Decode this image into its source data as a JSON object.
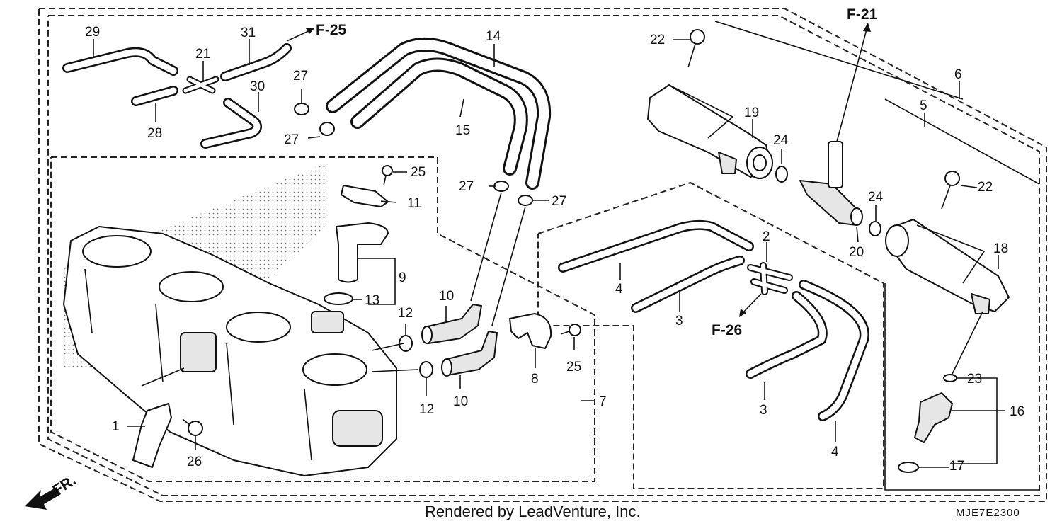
{
  "labels": [
    {
      "text": "1"
    },
    {
      "text": "2"
    },
    {
      "text": "3"
    },
    {
      "text": "3"
    },
    {
      "text": "4"
    },
    {
      "text": "4"
    },
    {
      "text": "5"
    },
    {
      "text": "6"
    },
    {
      "text": "7"
    },
    {
      "text": "8"
    },
    {
      "text": "9"
    },
    {
      "text": "10"
    },
    {
      "text": "10"
    },
    {
      "text": "11"
    },
    {
      "text": "12"
    },
    {
      "text": "12"
    },
    {
      "text": "13"
    },
    {
      "text": "14"
    },
    {
      "text": "15"
    },
    {
      "text": "16"
    },
    {
      "text": "17"
    },
    {
      "text": "18"
    },
    {
      "text": "19"
    },
    {
      "text": "20"
    },
    {
      "text": "21"
    },
    {
      "text": "22"
    },
    {
      "text": "22"
    },
    {
      "text": "23"
    },
    {
      "text": "24"
    },
    {
      "text": "24"
    },
    {
      "text": "25"
    },
    {
      "text": "25"
    },
    {
      "text": "26"
    },
    {
      "text": "27"
    },
    {
      "text": "27"
    },
    {
      "text": "27"
    },
    {
      "text": "27"
    },
    {
      "text": "28"
    },
    {
      "text": "29"
    },
    {
      "text": "30"
    },
    {
      "text": "31"
    }
  ],
  "references": [
    {
      "text": "F-25"
    },
    {
      "text": "F-21"
    },
    {
      "text": "F-26"
    }
  ],
  "direction_marker": "FR.",
  "footer": {
    "credit": "Rendered by LeadVenture, Inc.",
    "diagram_code": "MJE7E2300"
  }
}
